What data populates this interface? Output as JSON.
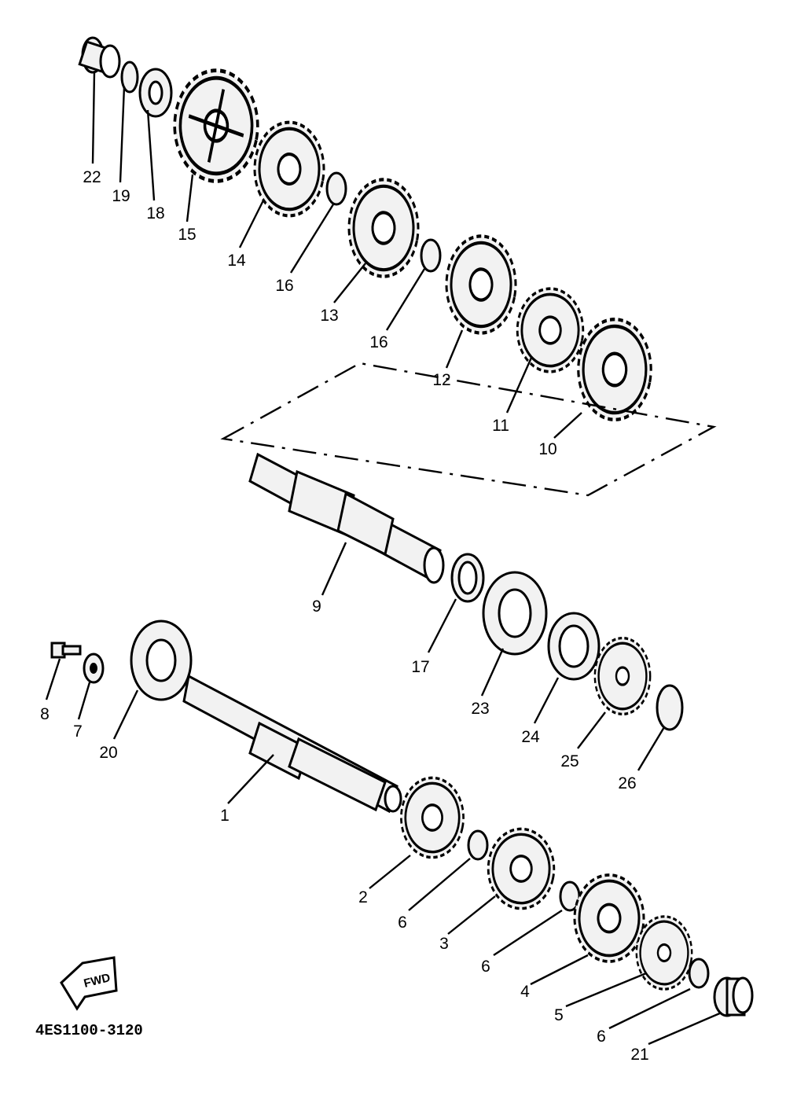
{
  "diagram": {
    "part_code": "4ES1100-3120",
    "direction_arrow": {
      "label": "FWD",
      "icon": "fwd-arrow-icon"
    },
    "callouts": {
      "c22": "22",
      "c19": "19",
      "c18": "18",
      "c15": "15",
      "c14": "14",
      "c16a": "16",
      "c13": "13",
      "c16b": "16",
      "c12": "12",
      "c11": "11",
      "c10": "10",
      "c9": "9",
      "c17": "17",
      "c23": "23",
      "c24": "24",
      "c25": "25",
      "c26": "26",
      "c8": "8",
      "c7": "7",
      "c20": "20",
      "c1": "1",
      "c2": "2",
      "c6a": "6",
      "c3": "3",
      "c6b": "6",
      "c4": "4",
      "c5": "5",
      "c6c": "6",
      "c21": "21"
    }
  }
}
